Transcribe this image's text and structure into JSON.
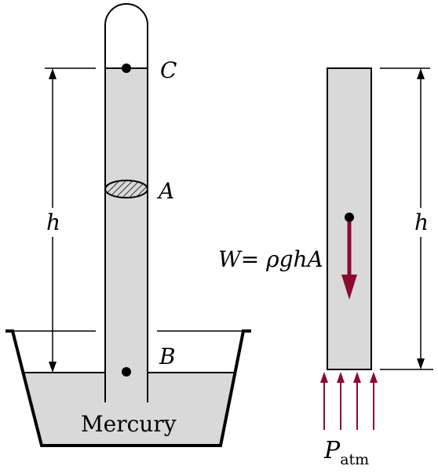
{
  "labels": {
    "point_c": "C",
    "point_a": "A",
    "point_b": "B",
    "height_left": "h",
    "height_right": "h",
    "weight_eq_w": "W",
    "weight_eq_rest": "= ρghA",
    "liquid": "Mercury",
    "pressure_p": "P",
    "pressure_sub": "atm"
  },
  "colors": {
    "fill_gray": "#d9d9d9",
    "stroke": "#000000",
    "arrow_maroon": "#8b0a32"
  }
}
